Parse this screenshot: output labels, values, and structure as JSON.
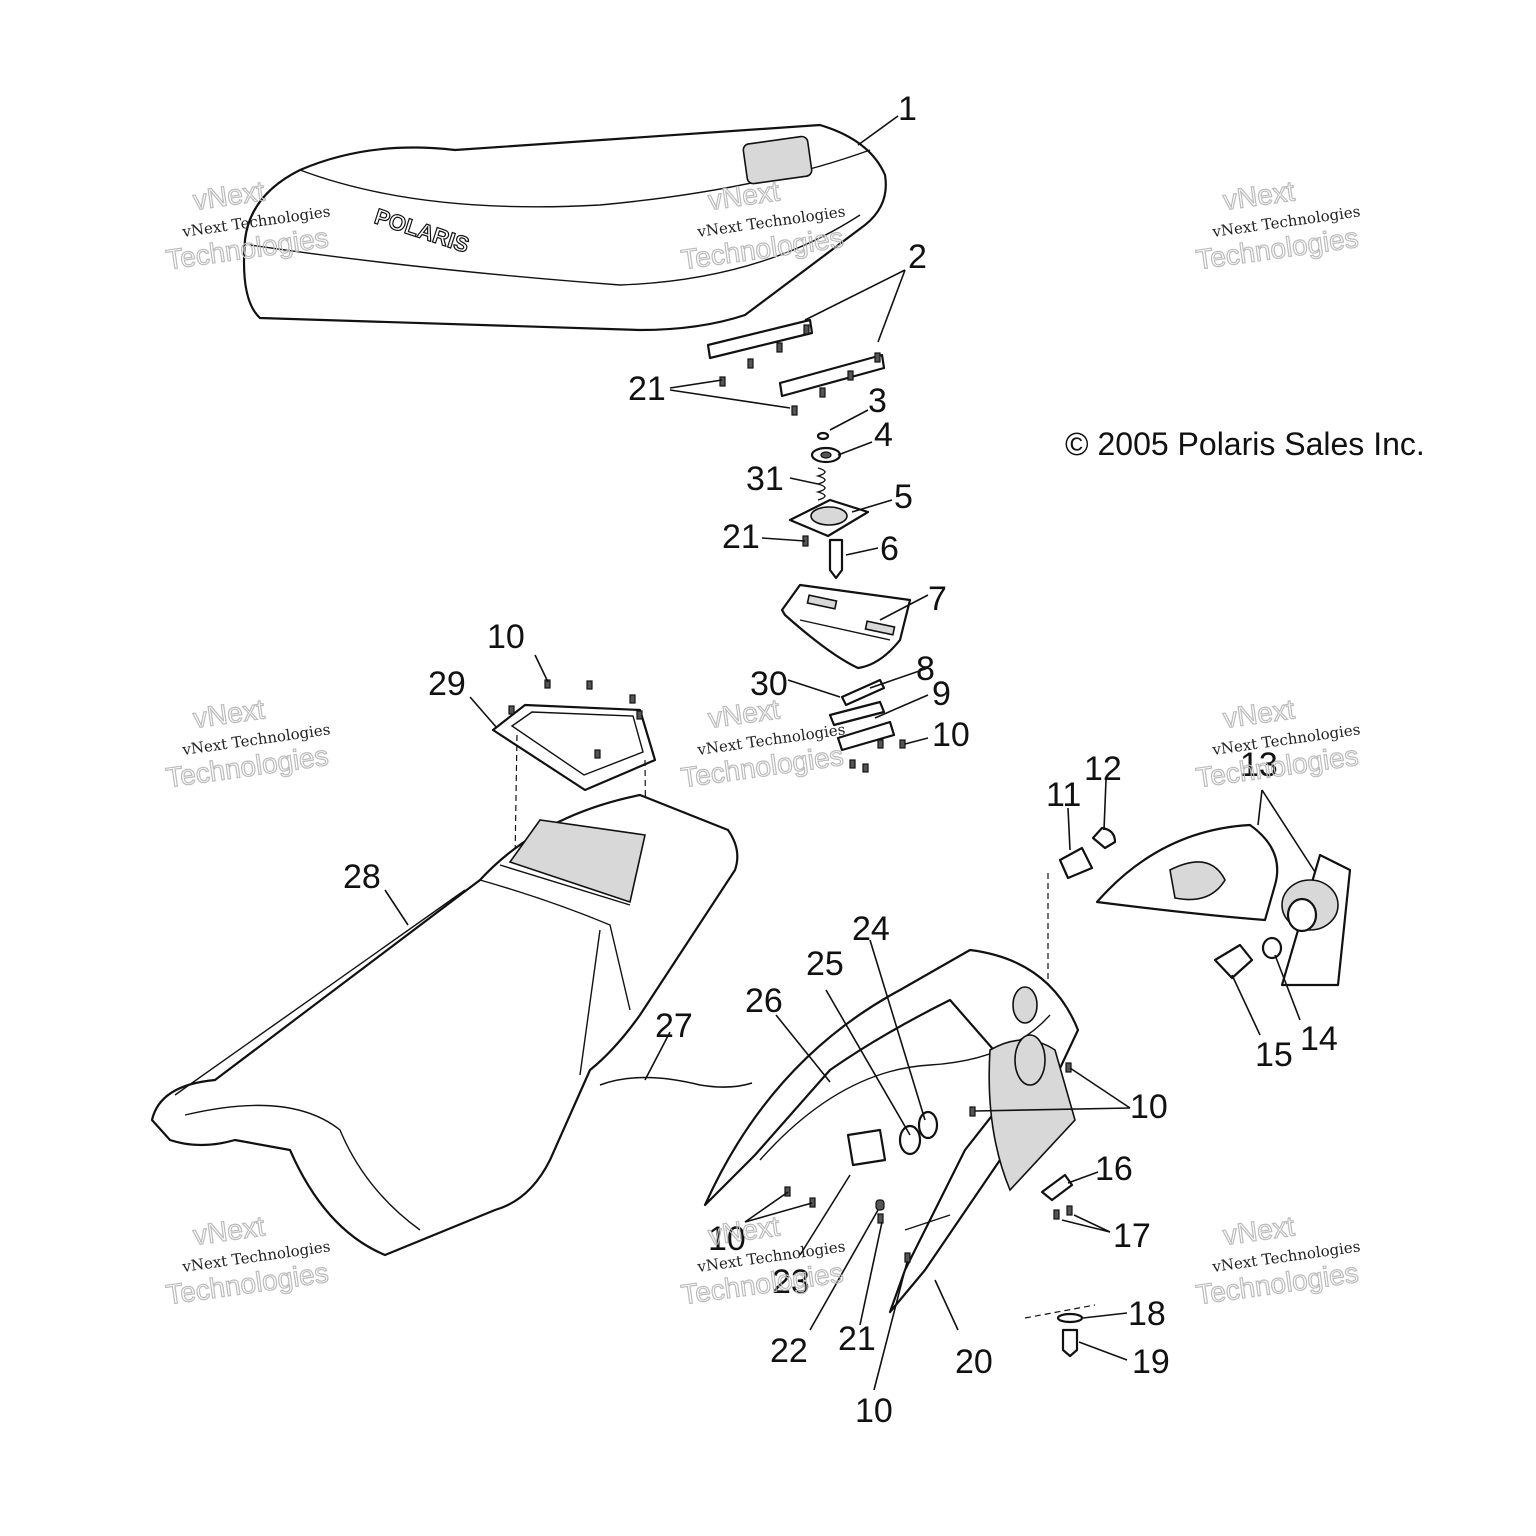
{
  "copyright": "© 2005 Polaris Sales Inc.",
  "seat_logo": "POLARIS",
  "watermark": {
    "line1": "vNext",
    "line2": "vNext Technologies",
    "line3": "Technologies"
  },
  "callouts": [
    "1",
    "2",
    "3",
    "4",
    "5",
    "6",
    "7",
    "8",
    "9",
    "10",
    "11",
    "12",
    "13",
    "14",
    "15",
    "16",
    "17",
    "18",
    "19",
    "20",
    "21",
    "22",
    "23",
    "24",
    "25",
    "26",
    "27",
    "28",
    "29",
    "30",
    "31"
  ]
}
